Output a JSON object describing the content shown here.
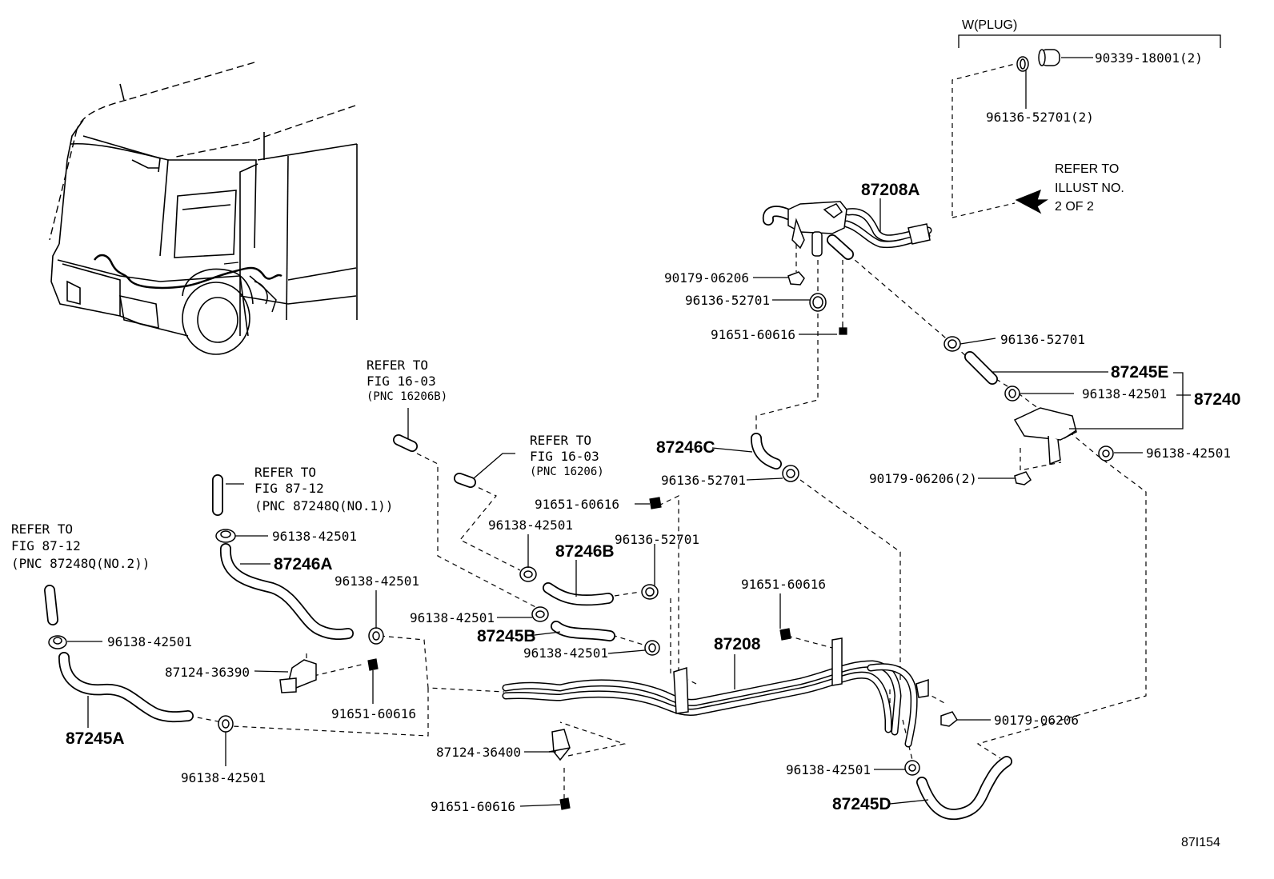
{
  "header": {
    "plug_group": "W(PLUG)",
    "refer_illust": [
      "REFER TO",
      "ILLUST NO.",
      "2 OF 2"
    ],
    "diagram_code": "87I154"
  },
  "references": {
    "fig_16_03_b": [
      "REFER TO",
      "FIG 16-03",
      "(PNC 16206B)"
    ],
    "fig_16_03": [
      "REFER TO",
      "FIG 16-03",
      "(PNC 16206)"
    ],
    "fig_87_12_no1": [
      "REFER TO",
      "FIG 87-12",
      "(PNC 87248Q(NO.1))"
    ],
    "fig_87_12_no2": [
      "REFER TO",
      "FIG 87-12",
      "(PNC 87248Q(NO.2))"
    ]
  },
  "callouts": [
    "90339-18001(2)",
    "96136-52701(2)",
    "87208A",
    "90179-06206",
    "96136-52701",
    "91651-60616",
    "96136-52701",
    "87245E",
    "96138-42501",
    "87240",
    "96138-42501",
    "90179-06206(2)",
    "87246C",
    "96136-52701",
    "91651-60616",
    "96138-42501",
    "87246B",
    "96136-52701",
    "96138-42501",
    "87245B",
    "96138-42501",
    "96138-42501",
    "87246A",
    "96138-42501",
    "96138-42501",
    "87245A",
    "96138-42501",
    "87124-36390",
    "91651-60616",
    "87208",
    "91651-60616",
    "90179-06206",
    "87124-36400",
    "91651-60616",
    "96138-42501",
    "87245D"
  ]
}
